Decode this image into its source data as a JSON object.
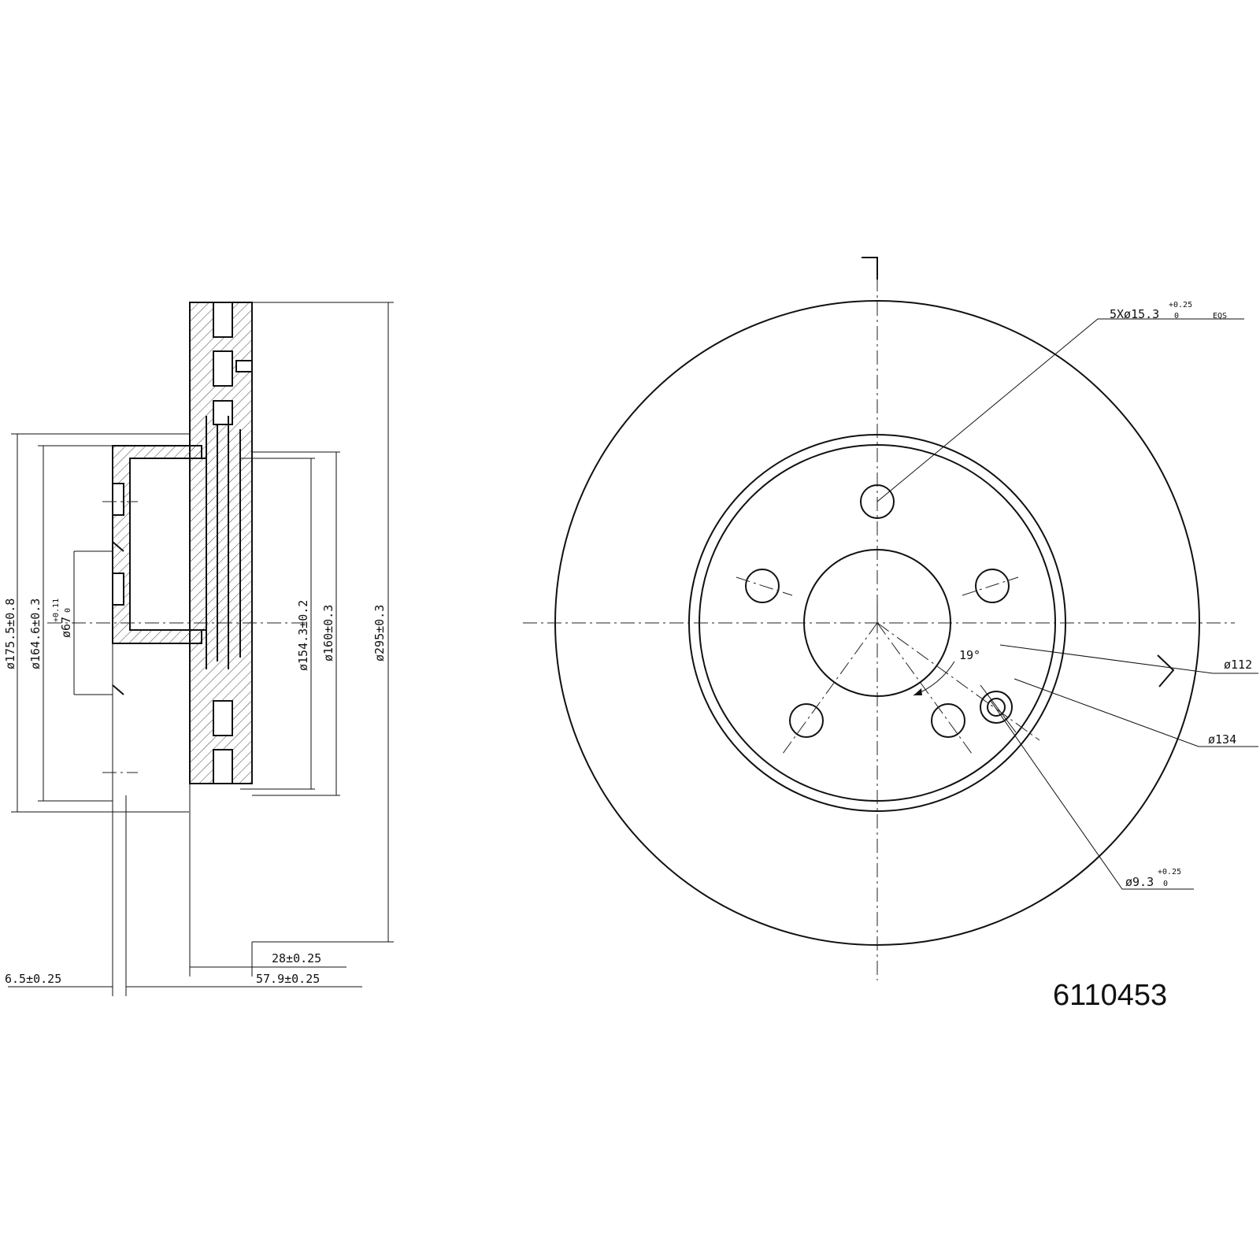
{
  "part_number": "6110453",
  "side_view": {
    "d_175": "ø175.5±0.8",
    "d_164": "ø164.6±0.3",
    "d_67": "ø67",
    "d_67_tol_upper": "+0.11",
    "d_67_tol_lower": "0",
    "d_154": "ø154.3±0.2",
    "d_160": "ø160±0.3",
    "d_295": "ø295±0.3",
    "thickness": "28±0.25",
    "height": "57.9±0.25",
    "hat_wall": "6.5±0.25"
  },
  "front_view": {
    "bolt_holes": "5Xø15.3",
    "bolt_tol_upper": "+0.25",
    "bolt_tol_lower": "0",
    "bolt_eqs": "EQS",
    "angle": "19°",
    "pcd_112": "ø112",
    "pcd_134": "ø134",
    "pin_hole": "ø9.3",
    "pin_tol_upper": "+0.25",
    "pin_tol_lower": "0"
  }
}
